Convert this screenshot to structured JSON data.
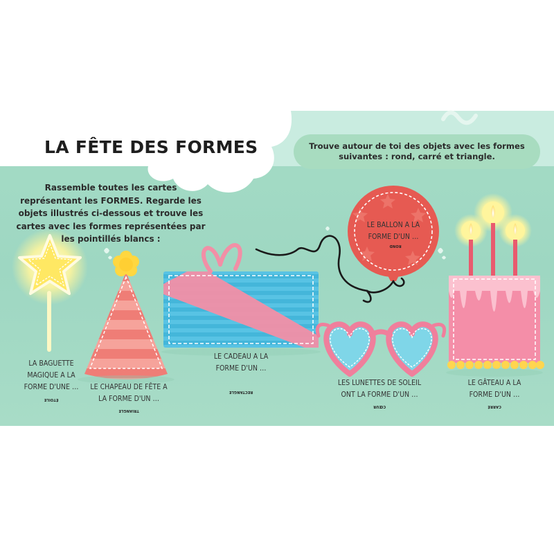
{
  "page": {
    "title": "LA FÊTE DES FORMES",
    "tip": "Trouve autour de toi des objets avec les formes suivantes : rond, carré et triangle.",
    "intro": "Rassemble toutes les cartes représentant les FORMES. Regarde les objets illustrés ci-dessous et trouve les cartes avec les formes représentées par les pointillés blancs :"
  },
  "colors": {
    "background": "#9fd9c3",
    "banner": "#a8dcc0",
    "balloon": "#e65a52",
    "gift": "#3fb0d6",
    "ribbon": "#f08fa6",
    "hat": "#f07f78",
    "cake": "#f48ea8",
    "star": "#fff176"
  },
  "cards": [
    {
      "id": "wand",
      "icon": "star-wand-icon",
      "label": "LA BAGUETTE MAGIQUE A LA FORME D'UNE …",
      "answer": "ÉTOILE"
    },
    {
      "id": "hat",
      "icon": "party-hat-icon",
      "label": "LE CHAPEAU DE FÊTE A LA FORME D'UN …",
      "answer": "TRIANGLE"
    },
    {
      "id": "gift",
      "icon": "gift-box-icon",
      "label": "LE CADEAU A LA FORME D'UN …",
      "answer": "RECTANGLE"
    },
    {
      "id": "balloon",
      "icon": "balloon-icon",
      "label": "LE BALLON A LA FORME D'UN …",
      "answer": "ROND"
    },
    {
      "id": "glasses",
      "icon": "heart-glasses-icon",
      "label": "LES LUNETTES DE SOLEIL ONT LA FORME D'UN …",
      "answer": "CŒUR"
    },
    {
      "id": "cake",
      "icon": "birthday-cake-icon",
      "label": "LE GÂTEAU A LA FORME D'UN …",
      "answer": "CARRÉ"
    }
  ]
}
